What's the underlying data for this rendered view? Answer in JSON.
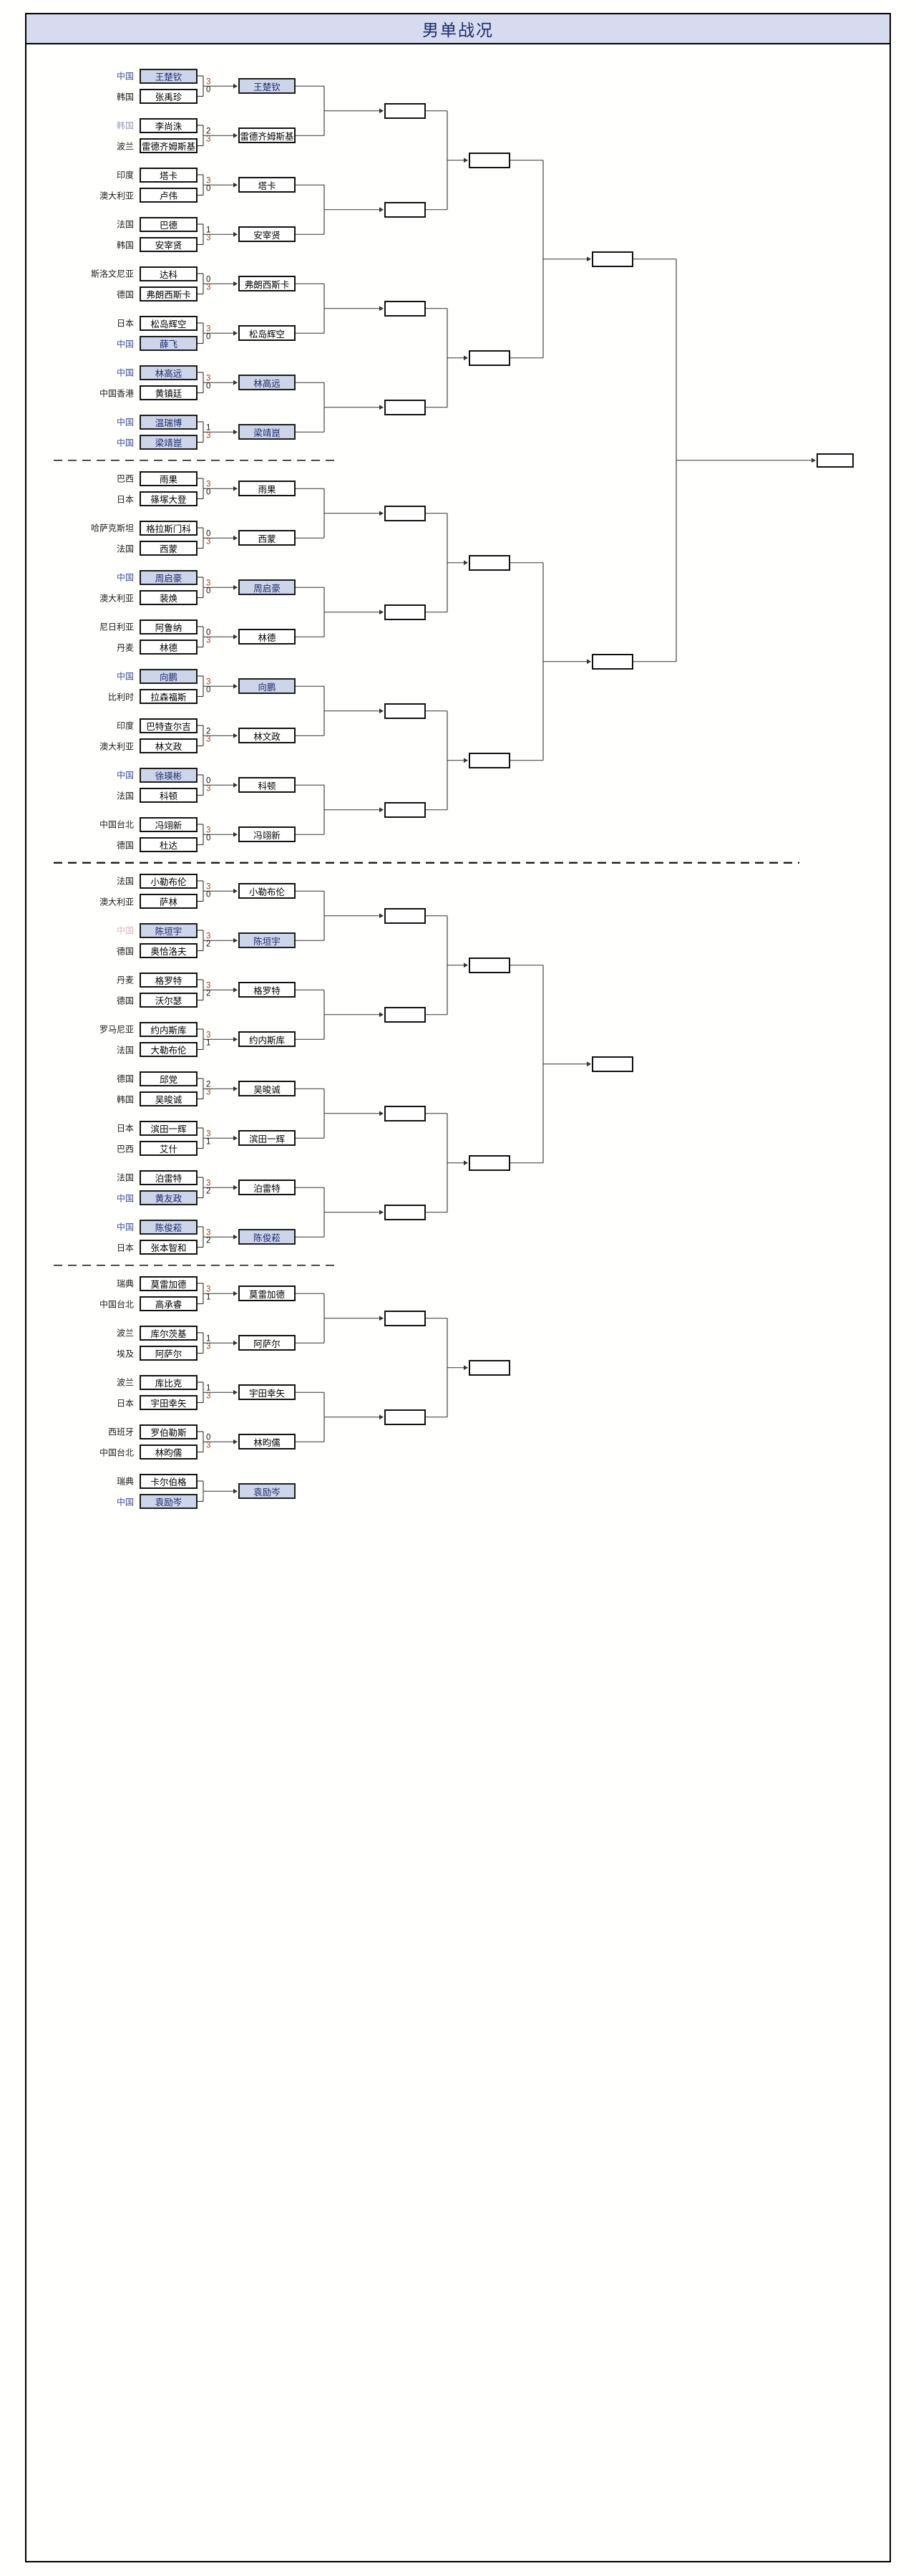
{
  "title": "男单战况",
  "colors": {
    "title_bar": "#d6dbef",
    "cn_highlight": "#cdd5ea",
    "winner_score": "#9c3b28",
    "loser_score": "#111111",
    "title_text": "#1b2a6b"
  },
  "chart_data": {
    "type": "bracket",
    "title": "男单战况",
    "rounds": 6,
    "notes": "Men's singles single-elimination bracket; highlighted (light blue) boxes are Chinese players; red numbers are winning set counts."
  },
  "r1": [
    {
      "country": "中国",
      "name": "王楚钦",
      "cn": true,
      "score": "3",
      "win": true
    },
    {
      "country": "韩国",
      "name": "张禹珍",
      "cn": false,
      "score": "0",
      "win": false
    },
    {
      "country": "韩国",
      "name": "李尚洙",
      "cn": false,
      "score": "2",
      "win": false,
      "ctyStyle": "grey"
    },
    {
      "country": "波兰",
      "name": "雷德齐姆斯基",
      "cn": false,
      "score": "3",
      "win": true
    },
    {
      "country": "印度",
      "name": "塔卡",
      "cn": false,
      "score": "3",
      "win": true
    },
    {
      "country": "澳大利亚",
      "name": "卢伟",
      "cn": false,
      "score": "0",
      "win": false
    },
    {
      "country": "法国",
      "name": "巴德",
      "cn": false,
      "score": "1",
      "win": false
    },
    {
      "country": "韩国",
      "name": "安宰贤",
      "cn": false,
      "score": "3",
      "win": true
    },
    {
      "country": "斯洛文尼亚",
      "name": "达科",
      "cn": false,
      "score": "0",
      "win": false
    },
    {
      "country": "德国",
      "name": "弗朗西斯卡",
      "cn": false,
      "score": "3",
      "win": true
    },
    {
      "country": "日本",
      "name": "松岛辉空",
      "cn": false,
      "score": "3",
      "win": true
    },
    {
      "country": "中国",
      "name": "薛飞",
      "cn": true,
      "score": "0",
      "win": false
    },
    {
      "country": "中国",
      "name": "林高远",
      "cn": true,
      "score": "3",
      "win": true
    },
    {
      "country": "中国香港",
      "name": "黄镇廷",
      "cn": false,
      "score": "0",
      "win": false
    },
    {
      "country": "中国",
      "name": "温瑞博",
      "cn": true,
      "score": "1",
      "win": false
    },
    {
      "country": "中国",
      "name": "梁靖崑",
      "cn": true,
      "score": "3",
      "win": true
    },
    {
      "country": "巴西",
      "name": "雨果",
      "cn": false,
      "score": "3",
      "win": true
    },
    {
      "country": "日本",
      "name": "篠塚大登",
      "cn": false,
      "score": "0",
      "win": false
    },
    {
      "country": "哈萨克斯坦",
      "name": "格拉斯门科",
      "cn": false,
      "score": "0",
      "win": false
    },
    {
      "country": "法国",
      "name": "西蒙",
      "cn": false,
      "score": "3",
      "win": true
    },
    {
      "country": "中国",
      "name": "周启豪",
      "cn": true,
      "score": "3",
      "win": true
    },
    {
      "country": "澳大利亚",
      "name": "裴焕",
      "cn": false,
      "score": "0",
      "win": false
    },
    {
      "country": "尼日利亚",
      "name": "阿鲁纳",
      "cn": false,
      "score": "0",
      "win": false
    },
    {
      "country": "丹麦",
      "name": "林德",
      "cn": false,
      "score": "3",
      "win": true
    },
    {
      "country": "中国",
      "name": "向鹏",
      "cn": true,
      "score": "3",
      "win": true
    },
    {
      "country": "比利时",
      "name": "拉森福斯",
      "cn": false,
      "score": "0",
      "win": false
    },
    {
      "country": "印度",
      "name": "巴特查尔吉",
      "cn": false,
      "score": "2",
      "win": false
    },
    {
      "country": "澳大利亚",
      "name": "林文政",
      "cn": false,
      "score": "3",
      "win": true
    },
    {
      "country": "中国",
      "name": "徐瑛彬",
      "cn": true,
      "score": "0",
      "win": false
    },
    {
      "country": "法国",
      "name": "科顿",
      "cn": false,
      "score": "3",
      "win": true
    },
    {
      "country": "中国台北",
      "name": "冯翊新",
      "cn": false,
      "score": "3",
      "win": true
    },
    {
      "country": "德国",
      "name": "杜达",
      "cn": false,
      "score": "0",
      "win": false
    },
    {
      "country": "法国",
      "name": "小勒布伦",
      "cn": false,
      "score": "3",
      "win": true
    },
    {
      "country": "澳大利亚",
      "name": "萨林",
      "cn": false,
      "score": "0",
      "win": false
    },
    {
      "country": "中国",
      "name": "陈垣宇",
      "cn": true,
      "score": "3",
      "win": true,
      "ctyStyle": "pink"
    },
    {
      "country": "德国",
      "name": "奥恰洛夫",
      "cn": false,
      "score": "2",
      "win": false
    },
    {
      "country": "丹麦",
      "name": "格罗特",
      "cn": false,
      "score": "3",
      "win": true
    },
    {
      "country": "德国",
      "name": "沃尔瑟",
      "cn": false,
      "score": "2",
      "win": false
    },
    {
      "country": "罗马尼亚",
      "name": "约内斯库",
      "cn": false,
      "score": "3",
      "win": true
    },
    {
      "country": "法国",
      "name": "大勒布伦",
      "cn": false,
      "score": "1",
      "win": false
    },
    {
      "country": "德国",
      "name": "邱党",
      "cn": false,
      "score": "2",
      "win": false
    },
    {
      "country": "韩国",
      "name": "吴晙诚",
      "cn": false,
      "score": "3",
      "win": true
    },
    {
      "country": "日本",
      "name": "滨田一辉",
      "cn": false,
      "score": "3",
      "win": true
    },
    {
      "country": "巴西",
      "name": "艾什",
      "cn": false,
      "score": "1",
      "win": false
    },
    {
      "country": "法国",
      "name": "泊雷特",
      "cn": false,
      "score": "3",
      "win": true
    },
    {
      "country": "中国",
      "name": "黄友政",
      "cn": true,
      "score": "2",
      "win": false
    },
    {
      "country": "中国",
      "name": "陈俊菘",
      "cn": true,
      "score": "3",
      "win": true
    },
    {
      "country": "日本",
      "name": "张本智和",
      "cn": false,
      "score": "2",
      "win": false
    },
    {
      "country": "瑞典",
      "name": "莫雷加德",
      "cn": false,
      "score": "3",
      "win": true
    },
    {
      "country": "中国台北",
      "name": "高承睿",
      "cn": false,
      "score": "1",
      "win": false
    },
    {
      "country": "波兰",
      "name": "库尔茨基",
      "cn": false,
      "score": "1",
      "win": false
    },
    {
      "country": "埃及",
      "name": "阿萨尔",
      "cn": false,
      "score": "3",
      "win": true
    },
    {
      "country": "波兰",
      "name": "库比克",
      "cn": false,
      "score": "1",
      "win": false
    },
    {
      "country": "日本",
      "name": "宇田幸矢",
      "cn": false,
      "score": "3",
      "win": true
    },
    {
      "country": "西班牙",
      "name": "罗伯勒斯",
      "cn": false,
      "score": "0",
      "win": false
    },
    {
      "country": "中国台北",
      "name": "林昀儒",
      "cn": false,
      "score": "3",
      "win": true
    },
    {
      "country": "瑞典",
      "name": "卡尔伯格",
      "cn": false,
      "score": "",
      "win": false
    },
    {
      "country": "中国",
      "name": "袁励岑",
      "cn": true,
      "score": "",
      "win": true
    }
  ],
  "r2": [
    {
      "name": "王楚钦",
      "cn": true
    },
    {
      "name": "雷德齐姆斯基",
      "cn": false
    },
    {
      "name": "塔卡",
      "cn": false
    },
    {
      "name": "安宰贤",
      "cn": false
    },
    {
      "name": "弗朗西斯卡",
      "cn": false
    },
    {
      "name": "松岛辉空",
      "cn": false
    },
    {
      "name": "林高远",
      "cn": true
    },
    {
      "name": "梁靖崑",
      "cn": true
    },
    {
      "name": "雨果",
      "cn": false
    },
    {
      "name": "西蒙",
      "cn": false
    },
    {
      "name": "周启豪",
      "cn": true
    },
    {
      "name": "林德",
      "cn": false
    },
    {
      "name": "向鹏",
      "cn": true
    },
    {
      "name": "林文政",
      "cn": false
    },
    {
      "name": "科顿",
      "cn": false
    },
    {
      "name": "冯翊新",
      "cn": false
    },
    {
      "name": "小勒布伦",
      "cn": false
    },
    {
      "name": "陈垣宇",
      "cn": true
    },
    {
      "name": "格罗特",
      "cn": false
    },
    {
      "name": "约内斯库",
      "cn": false
    },
    {
      "name": "吴晙诚",
      "cn": false
    },
    {
      "name": "滨田一辉",
      "cn": false
    },
    {
      "name": "泊雷特",
      "cn": false
    },
    {
      "name": "陈俊菘",
      "cn": true
    },
    {
      "name": "莫雷加德",
      "cn": false
    },
    {
      "name": "阿萨尔",
      "cn": false
    },
    {
      "name": "宇田幸矢",
      "cn": false
    },
    {
      "name": "林昀儒",
      "cn": false
    },
    {
      "name": "袁励岑",
      "cn": true
    }
  ],
  "empty_boxes_label": ""
}
